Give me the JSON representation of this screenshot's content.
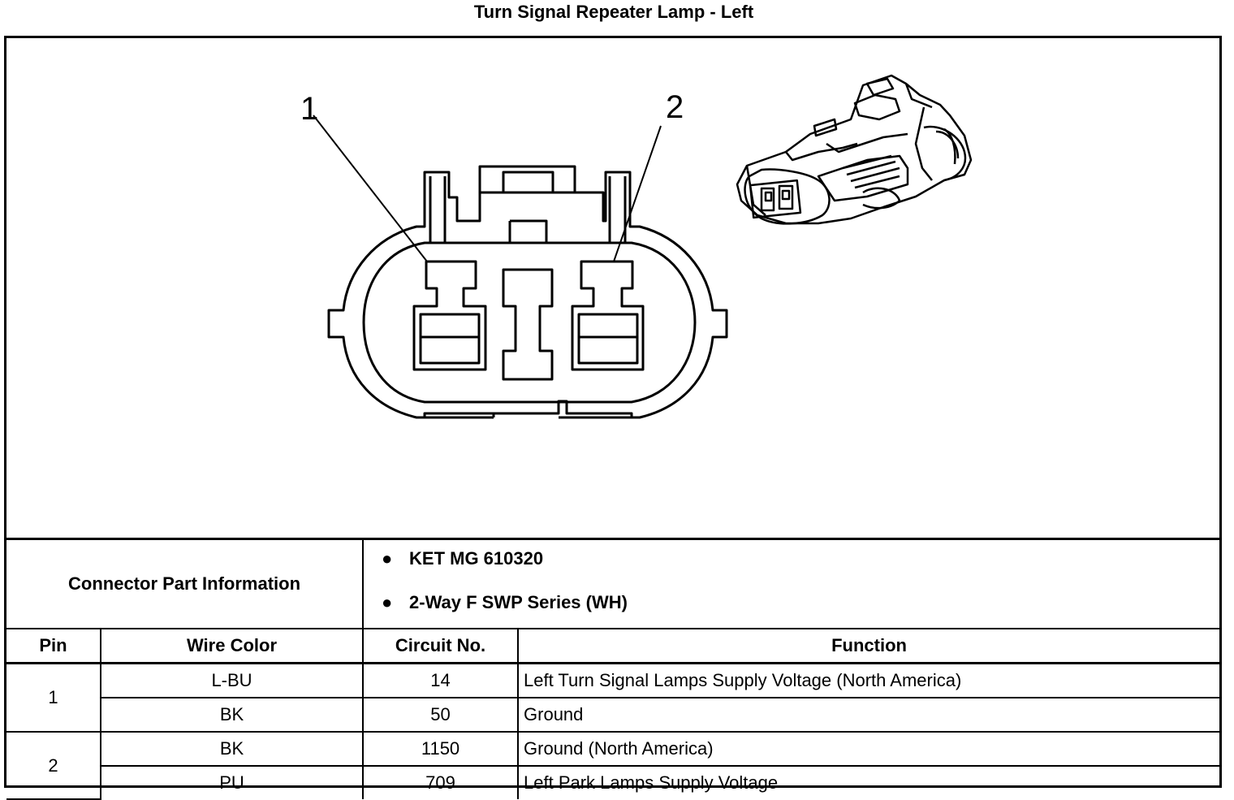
{
  "title": "Turn Signal Repeater Lamp - Left",
  "diagram": {
    "pin_callouts": [
      "1",
      "2"
    ]
  },
  "connector_info": {
    "label": "Connector Part Information",
    "items": [
      "KET MG 610320",
      "2-Way F SWP Series (WH)"
    ]
  },
  "table": {
    "headers": {
      "pin": "Pin",
      "wire_color": "Wire Color",
      "circuit": "Circuit No.",
      "function": "Function"
    },
    "rows": [
      {
        "pin": "1",
        "wire_color": "L-BU",
        "circuit": "14",
        "function": "Left Turn Signal Lamps Supply Voltage (North America)"
      },
      {
        "pin": "",
        "wire_color": "BK",
        "circuit": "50",
        "function": "Ground"
      },
      {
        "pin": "2",
        "wire_color": "BK",
        "circuit": "1150",
        "function": "Ground (North America)"
      },
      {
        "pin": "",
        "wire_color": "PU",
        "circuit": "709",
        "function": "Left Park Lamps Supply Voltage"
      }
    ]
  }
}
